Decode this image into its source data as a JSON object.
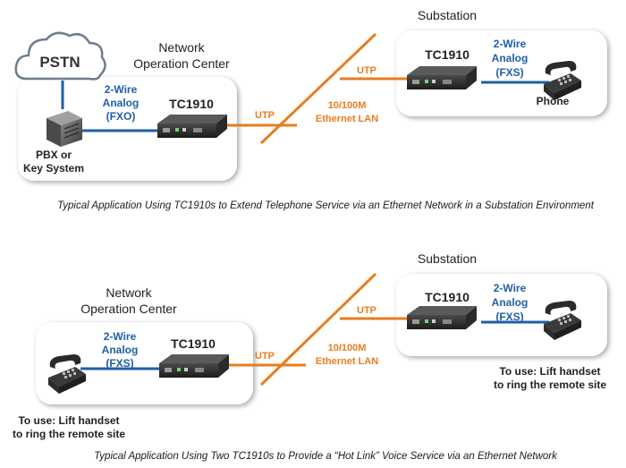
{
  "colors": {
    "blue_line": "#1f5fa8",
    "orange_line": "#e87d1e",
    "box_fill": "#ffffff",
    "box_shadow": "#d4d4d4",
    "cloud_stroke": "#6f7c8c"
  },
  "diagram1": {
    "cloud_label": "PSTN",
    "noc_title_line1": "Network",
    "noc_title_line2": "Operation Center",
    "pbx_label_line1": "PBX or",
    "pbx_label_line2": "Key System",
    "link_left_line1": "2-Wire",
    "link_left_line2": "Analog",
    "link_left_line3": "(FXO)",
    "device_left": "TC1910",
    "utp_left": "UTP",
    "lan_line1": "10/100M",
    "lan_line2": "Ethernet LAN",
    "utp_right": "UTP",
    "sub_title": "Substation",
    "device_right": "TC1910",
    "link_right_line1": "2-Wire",
    "link_right_line2": "Analog",
    "link_right_line3": "(FXS)",
    "phone_label": "Phone",
    "caption": "Typical Application Using TC1910s to Extend Telephone Service via an Ethernet Network in a Substation Environment"
  },
  "diagram2": {
    "noc_title_line1": "Network",
    "noc_title_line2": "Operation Center",
    "link_left_line1": "2-Wire",
    "link_left_line2": "Analog",
    "link_left_line3": "(FXS)",
    "device_left": "TC1910",
    "utp_left": "UTP",
    "lan_line1": "10/100M",
    "lan_line2": "Ethernet LAN",
    "utp_right": "UTP",
    "sub_title": "Substation",
    "device_right": "TC1910",
    "link_right_line1": "2-Wire",
    "link_right_line2": "Analog",
    "link_right_line3": "(FXS)",
    "note_left_line1": "To use: Lift handset",
    "note_left_line2": "to ring the remote site",
    "note_right_line1": "To use: Lift handset",
    "note_right_line2": "to ring the remote site",
    "caption": "Typical Application Using Two TC1910s to Provide a “Hot Link” Voice Service via an Ethernet Network"
  }
}
